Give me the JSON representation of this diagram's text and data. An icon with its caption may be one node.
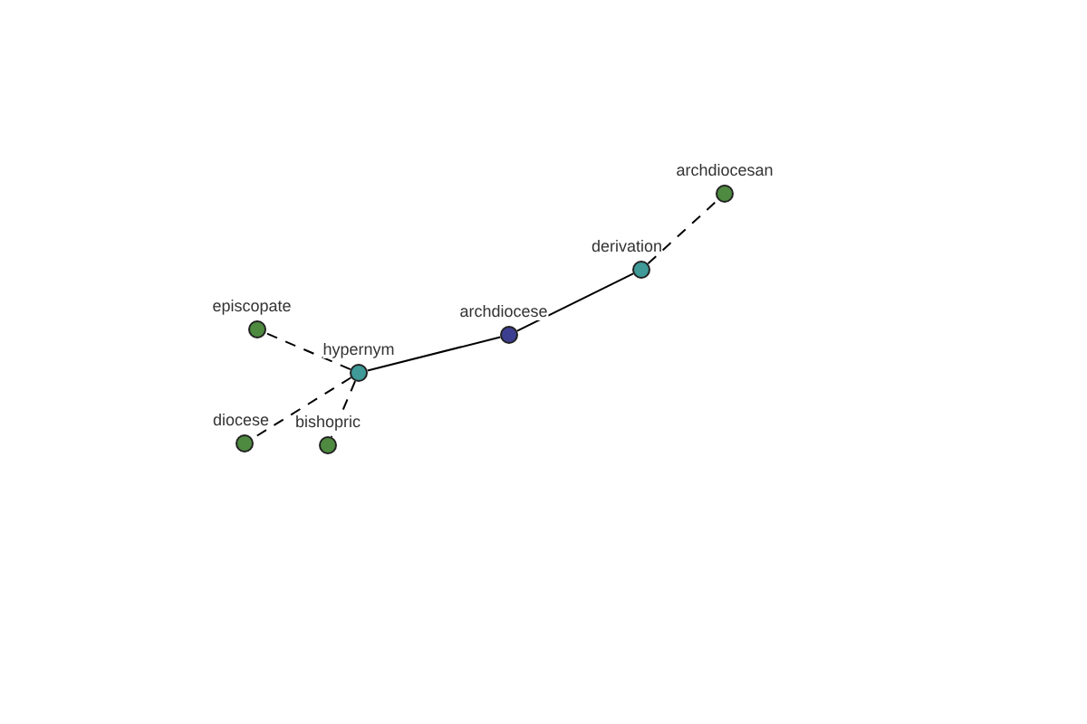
{
  "diagram": {
    "nodes": [
      {
        "text": [
          "archdiocesan"
        ]
      },
      {
        "text": [
          "derivation"
        ]
      },
      {
        "text": [
          "episcopate"
        ]
      },
      {
        "text": [
          "archdiocese"
        ]
      },
      {
        "text": [
          "hypernym"
        ]
      },
      {
        "text": [
          "diocese"
        ]
      },
      {
        "text": [
          "bishopric"
        ]
      }
    ],
    "edges": [
      {
        "from": 3,
        "to": 1,
        "arrow": "none"
      },
      {
        "from": 1,
        "to": 0,
        "arrow": "none",
        "style": "dashed"
      },
      {
        "from": 4,
        "to": 3,
        "arrow": "none"
      },
      {
        "from": 4,
        "to": 2,
        "arrow": "none",
        "style": "dashed"
      },
      {
        "from": 4,
        "to": 5,
        "arrow": "none",
        "style": "dashed"
      },
      {
        "from": 4,
        "to": 6,
        "arrow": "none",
        "style": "dashed"
      }
    ]
  }
}
